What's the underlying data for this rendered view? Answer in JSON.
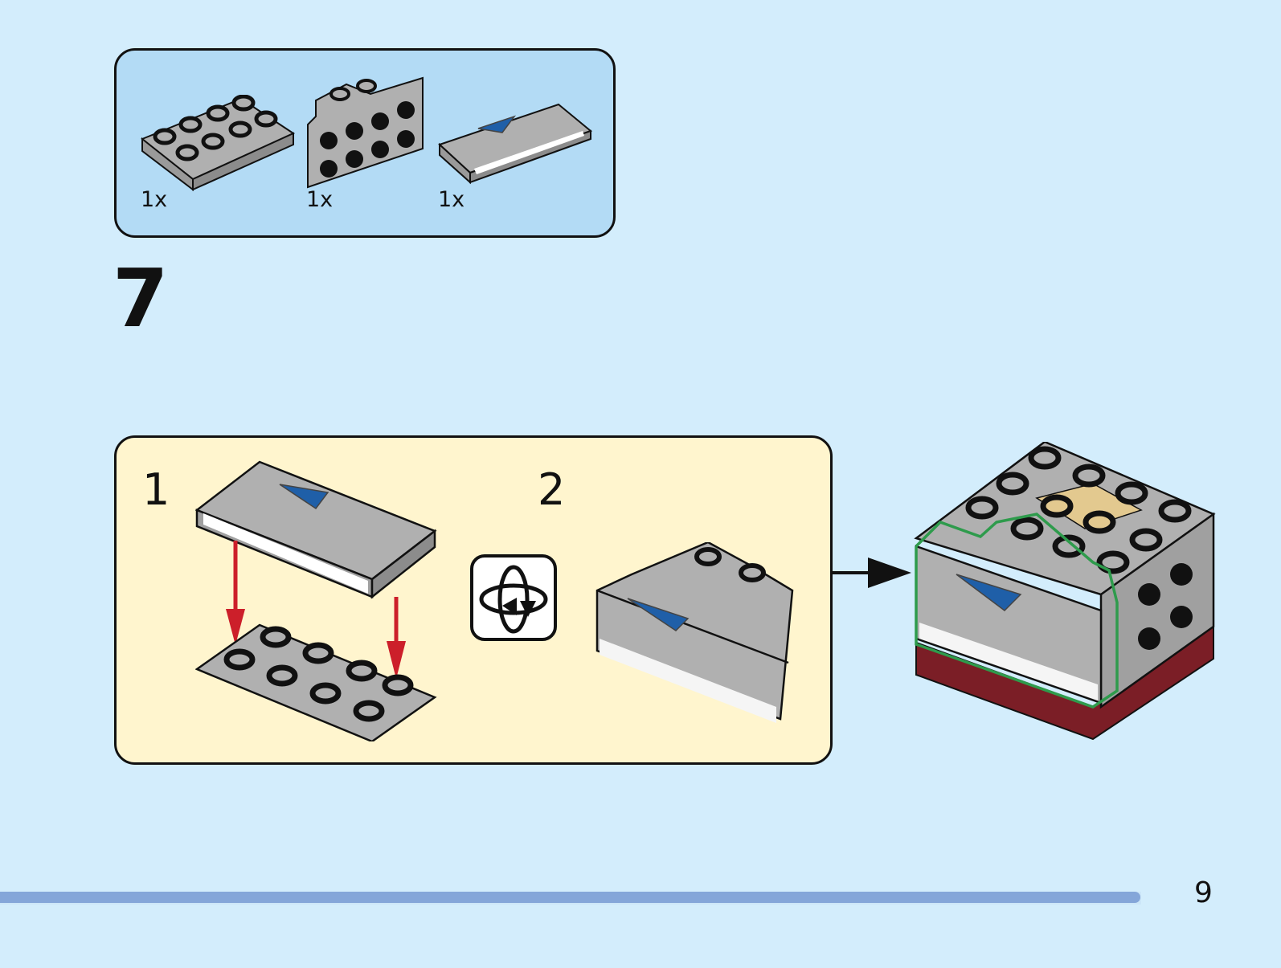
{
  "parts_list": {
    "items": [
      {
        "name": "Plate 2x4 (light gray)",
        "quantity": "1x"
      },
      {
        "name": "Bracket 1x2 - 2x4 (light gray)",
        "quantity": "1x"
      },
      {
        "name": "Printed tile 2x4 (light gray, blue pattern)",
        "quantity": "1x"
      }
    ]
  },
  "step": {
    "number": "7",
    "substeps": [
      {
        "number": "1",
        "description": "Attach printed tile onto 2x4 plate"
      },
      {
        "number": "2",
        "description": "Rotate model and attach to bracket"
      }
    ],
    "rotate_icon": "rotate-model-icon"
  },
  "colors": {
    "background": "#d3edfc",
    "parts_box": "#b3dbf5",
    "substep_box": "#fff5ce",
    "brick_gray": "#a3a3a3",
    "arrow_red": "#cc1f2a",
    "highlight_green": "#2e9b4c",
    "dark_red": "#7b1e26",
    "tan": "#e3c98f",
    "print_blue": "#1f5fa8",
    "progress": "#84a6d9"
  },
  "progress": {
    "fraction": 0.89
  },
  "page_number": "9"
}
